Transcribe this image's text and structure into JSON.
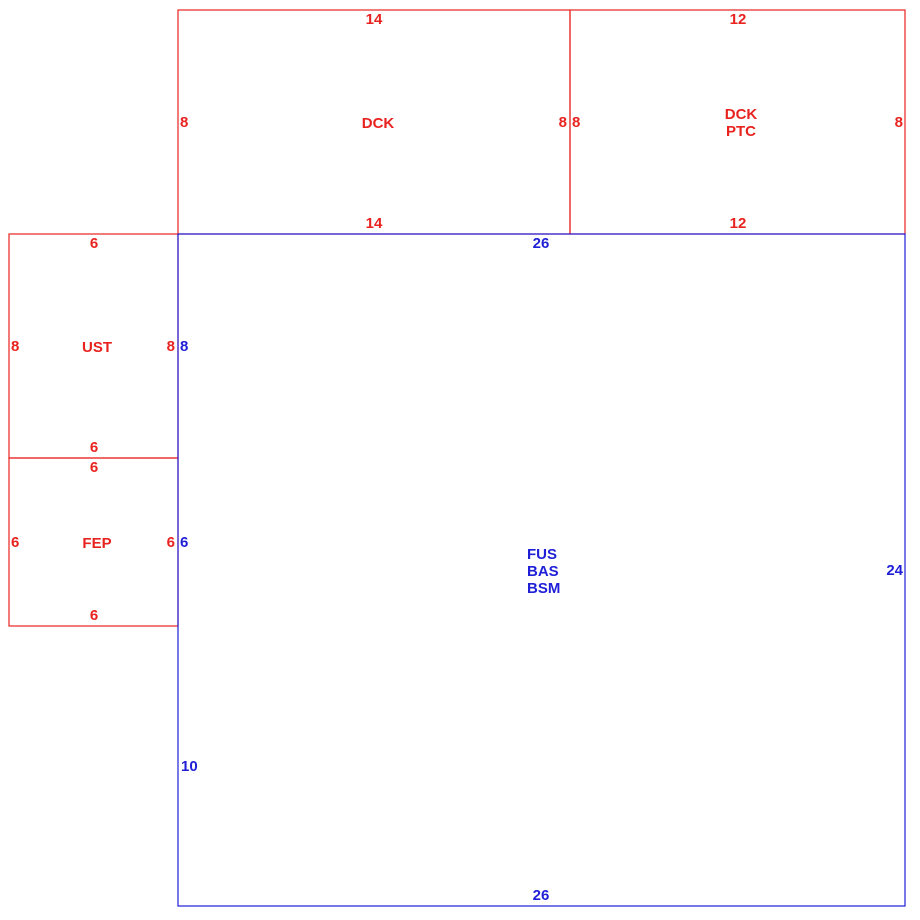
{
  "colors": {
    "existing": "#e8231f",
    "main": "#1f1fd8"
  },
  "rooms": {
    "dck": {
      "name": "DCK",
      "top": "14",
      "bottom": "14",
      "left": "8",
      "right": "8"
    },
    "dck_ptc": {
      "name_line1": "DCK",
      "name_line2": "PTC",
      "top": "12",
      "bottom": "12",
      "left": "8",
      "right": "8"
    },
    "ust": {
      "name": "UST",
      "top": "6",
      "bottom": "6",
      "left": "8",
      "right": "8"
    },
    "fep": {
      "name": "FEP",
      "top": "6",
      "bottom": "6",
      "left": "6",
      "right": "6"
    },
    "main": {
      "name_line1": "FUS",
      "name_line2": "BAS",
      "name_line3": "BSM",
      "top": "26",
      "bottom": "26",
      "right": "24",
      "left_upper": "8",
      "left_middle": "6",
      "left_lower": "10"
    }
  }
}
